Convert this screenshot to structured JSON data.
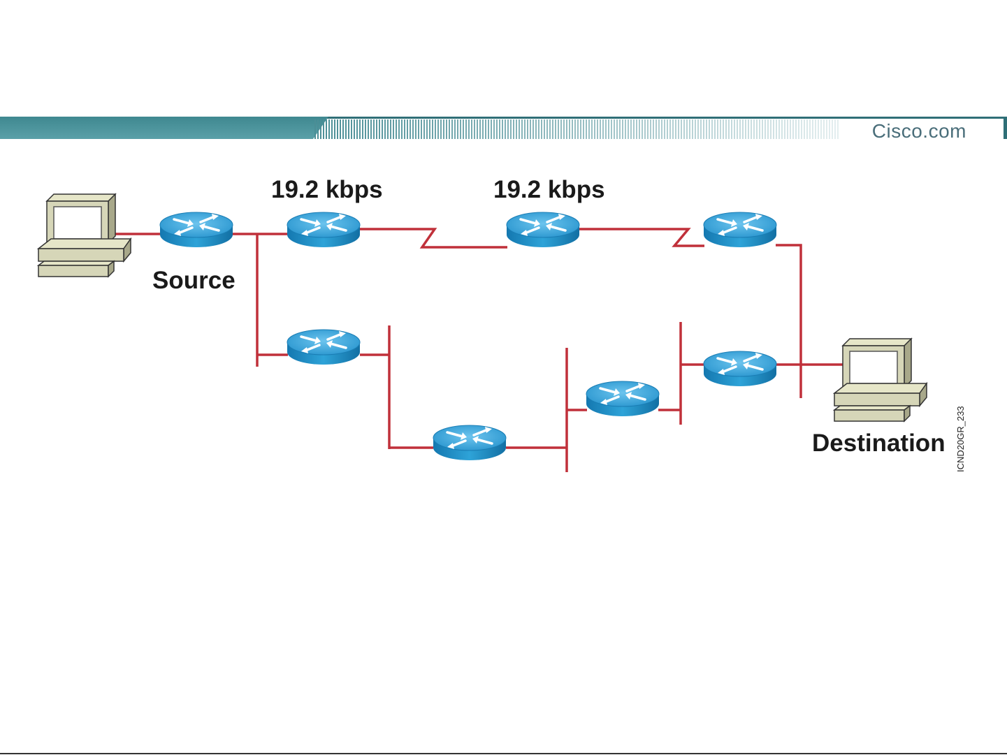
{
  "header": {
    "brand": "Cisco.com",
    "colors": {
      "bar": "#4b8e96",
      "stripes": "#4b8e96"
    }
  },
  "diagram": {
    "link_color": "#c0392b",
    "router_color": "#1f8fc4",
    "labels": {
      "link_speed_1": "19.2 kbps",
      "link_speed_2": "19.2 kbps",
      "source": "Source",
      "destination": "Destination",
      "figure_code": "ICND20GR_233"
    },
    "nodes": [
      {
        "id": "source-pc",
        "type": "computer-icon"
      },
      {
        "id": "source-router",
        "type": "router-icon"
      },
      {
        "id": "top-router-1",
        "type": "router-icon"
      },
      {
        "id": "top-router-2",
        "type": "router-icon"
      },
      {
        "id": "top-router-3",
        "type": "router-icon"
      },
      {
        "id": "bottom-router-1",
        "type": "router-icon"
      },
      {
        "id": "bottom-router-2",
        "type": "router-icon"
      },
      {
        "id": "bottom-router-3",
        "type": "router-icon"
      },
      {
        "id": "bottom-router-4",
        "type": "router-icon"
      },
      {
        "id": "destination-pc",
        "type": "computer-icon"
      }
    ]
  }
}
